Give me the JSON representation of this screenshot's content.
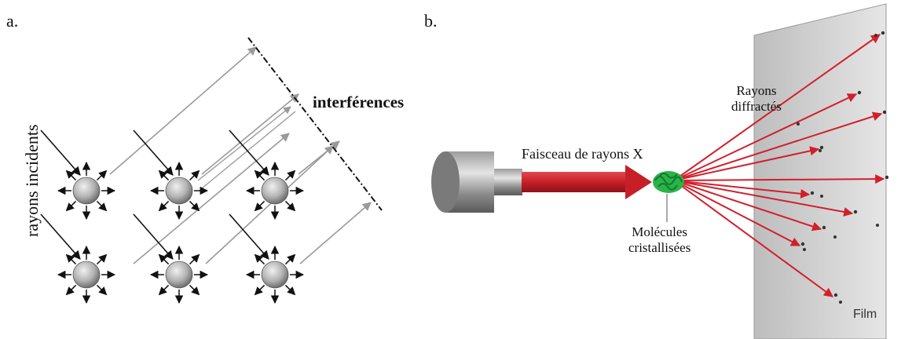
{
  "panel_a": {
    "label": "a.",
    "incident_label": "rayons incidents",
    "interference_label": "interférences"
  },
  "panel_b": {
    "label": "b.",
    "beam_label": "Faisceau de rayons X",
    "diffracted_label_line1": "Rayons",
    "diffracted_label_line2": "diffractés",
    "molecule_label_line1": "Molécules",
    "molecule_label_line2": "cristallisées",
    "film_label": "Film"
  },
  "colors": {
    "ray_red": "#d21f2c",
    "beam_red": "#c71f28",
    "sphere_gray": "#b8b8b8",
    "molecule_green": "#2bb34a",
    "film_gray": "#d8d8d8",
    "scatter_gray": "#9a9a9a"
  }
}
